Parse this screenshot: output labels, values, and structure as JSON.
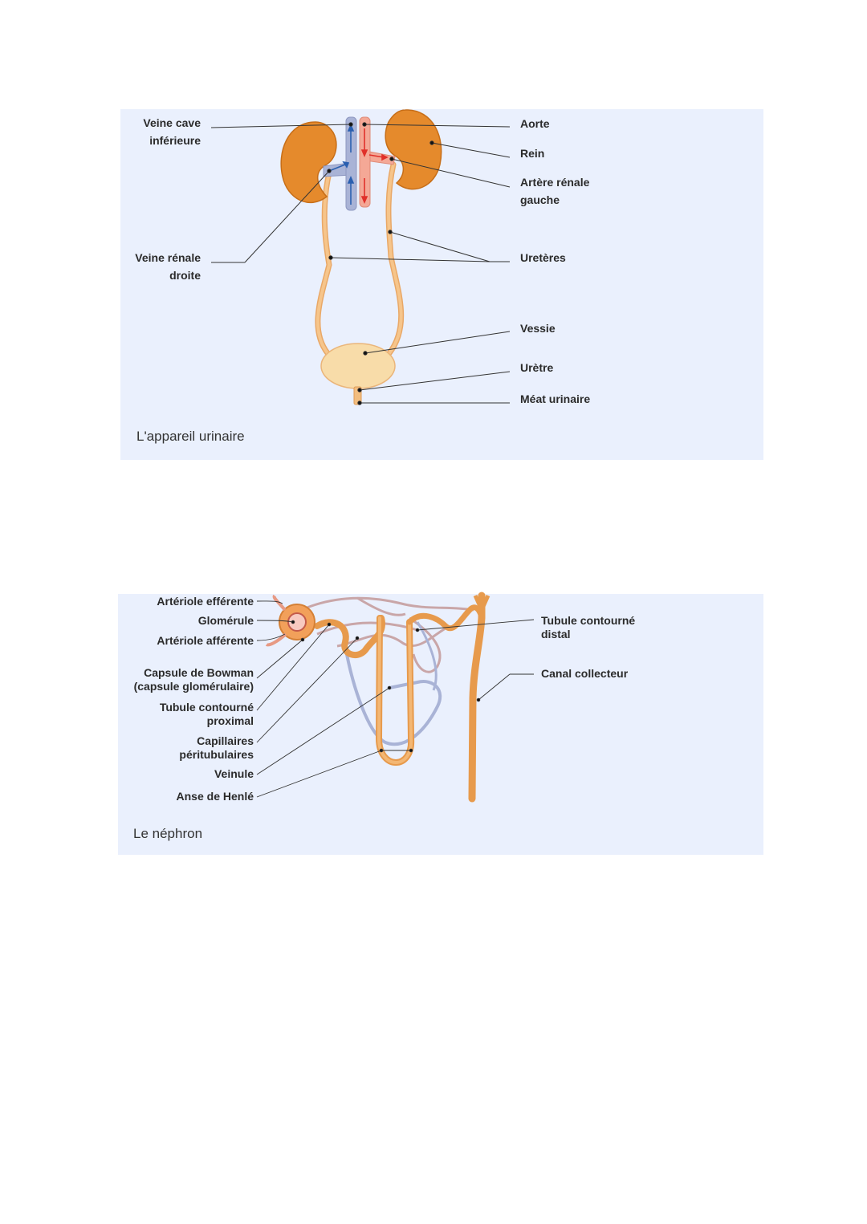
{
  "figures": [
    {
      "caption": "L'appareil urinaire",
      "labels": {
        "veine_cave": "Veine cave\ninférieure",
        "veine_renale": "Veine rénale\ndroite",
        "aorte": "Aorte",
        "rein": "Rein",
        "artere_renale": "Artère rénale\ngauche",
        "ureteres": "Uretères",
        "vessie": "Vessie",
        "uretre": "Urètre",
        "meat": "Méat urinaire"
      }
    },
    {
      "caption": "Le néphron",
      "labels": {
        "arteriole_efferente": "Artériole efférente",
        "glomerule": "Glomérule",
        "arteriole_afferente": "Artériole afférente",
        "capsule": "Capsule de Bowman\n(capsule glomérulaire)",
        "tubule_proximal": "Tubule contourné\nproximal",
        "capillaires": "Capillaires\npéritubulaires",
        "veinule": "Veinule",
        "anse": "Anse de Henlé",
        "tubule_distal": "Tubule contourné\ndistal",
        "canal": "Canal collecteur"
      }
    }
  ],
  "colors": {
    "panel": "#eaf0fd",
    "kidney": "#e58a2c",
    "ureter": "#f6c58b",
    "bladder": "#f8dca9",
    "vein": "#a9b3d6",
    "artery": "#f4a896",
    "vein_arrow": "#2a5fb0",
    "artery_arrow": "#e0302a",
    "tubule": "#e79a4c",
    "line": "#333333"
  }
}
